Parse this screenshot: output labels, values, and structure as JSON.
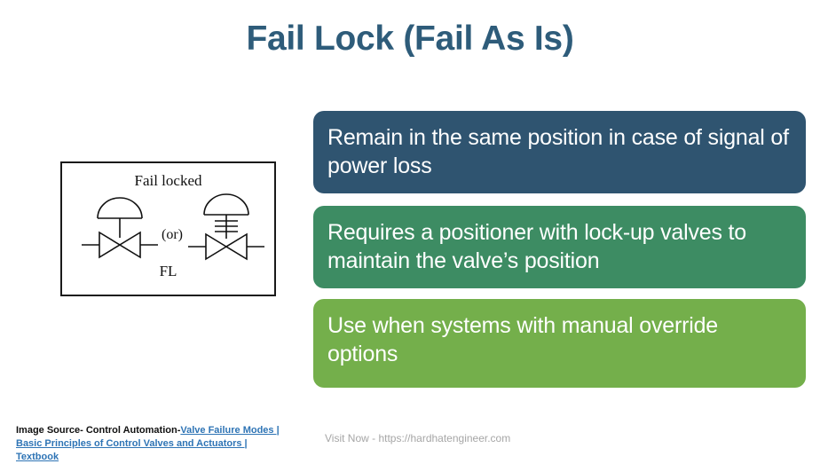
{
  "slide": {
    "title": "Fail Lock (Fail As Is)",
    "title_color": "#2E5C7A",
    "background_color": "#FFFFFF"
  },
  "diagram": {
    "name": "fail-locked-valve-symbol-diagram",
    "caption_top": "Fail locked",
    "caption_bottom": "FL",
    "or_label": "(or)",
    "line_color": "#111111",
    "symbols": [
      {
        "name": "diaphragm-actuated-globe-valve",
        "parts": [
          "diaphragm-dome",
          "stem",
          "bowtie-valve-body",
          "pipe-lines"
        ]
      },
      {
        "name": "diaphragm-actuated-globe-valve-with-lock",
        "parts": [
          "diaphragm-dome",
          "stem",
          "lock-bars",
          "bowtie-valve-body",
          "pipe-lines"
        ]
      }
    ]
  },
  "cards": [
    {
      "id": "card-1",
      "text": "Remain in the same position in case of signal of power loss",
      "color": "#2F5470"
    },
    {
      "id": "card-2",
      "text": "Requires a positioner with lock-up valves to maintain the valve’s position",
      "color": "#3D8C63"
    },
    {
      "id": "card-3",
      "text": "Use when systems with manual override options",
      "color": "#74AF4B"
    }
  ],
  "footer": {
    "credit_prefix": "Image Source- Control Automation-",
    "credit_link_text": "Valve Failure Modes | Basic Principles of Control Valves and Actuators | Textbook",
    "credit_link_color": "#2E74B5",
    "visit_now": "Visit Now - https://hardhatengineer.com",
    "visit_now_color": "#A6A6A6"
  }
}
